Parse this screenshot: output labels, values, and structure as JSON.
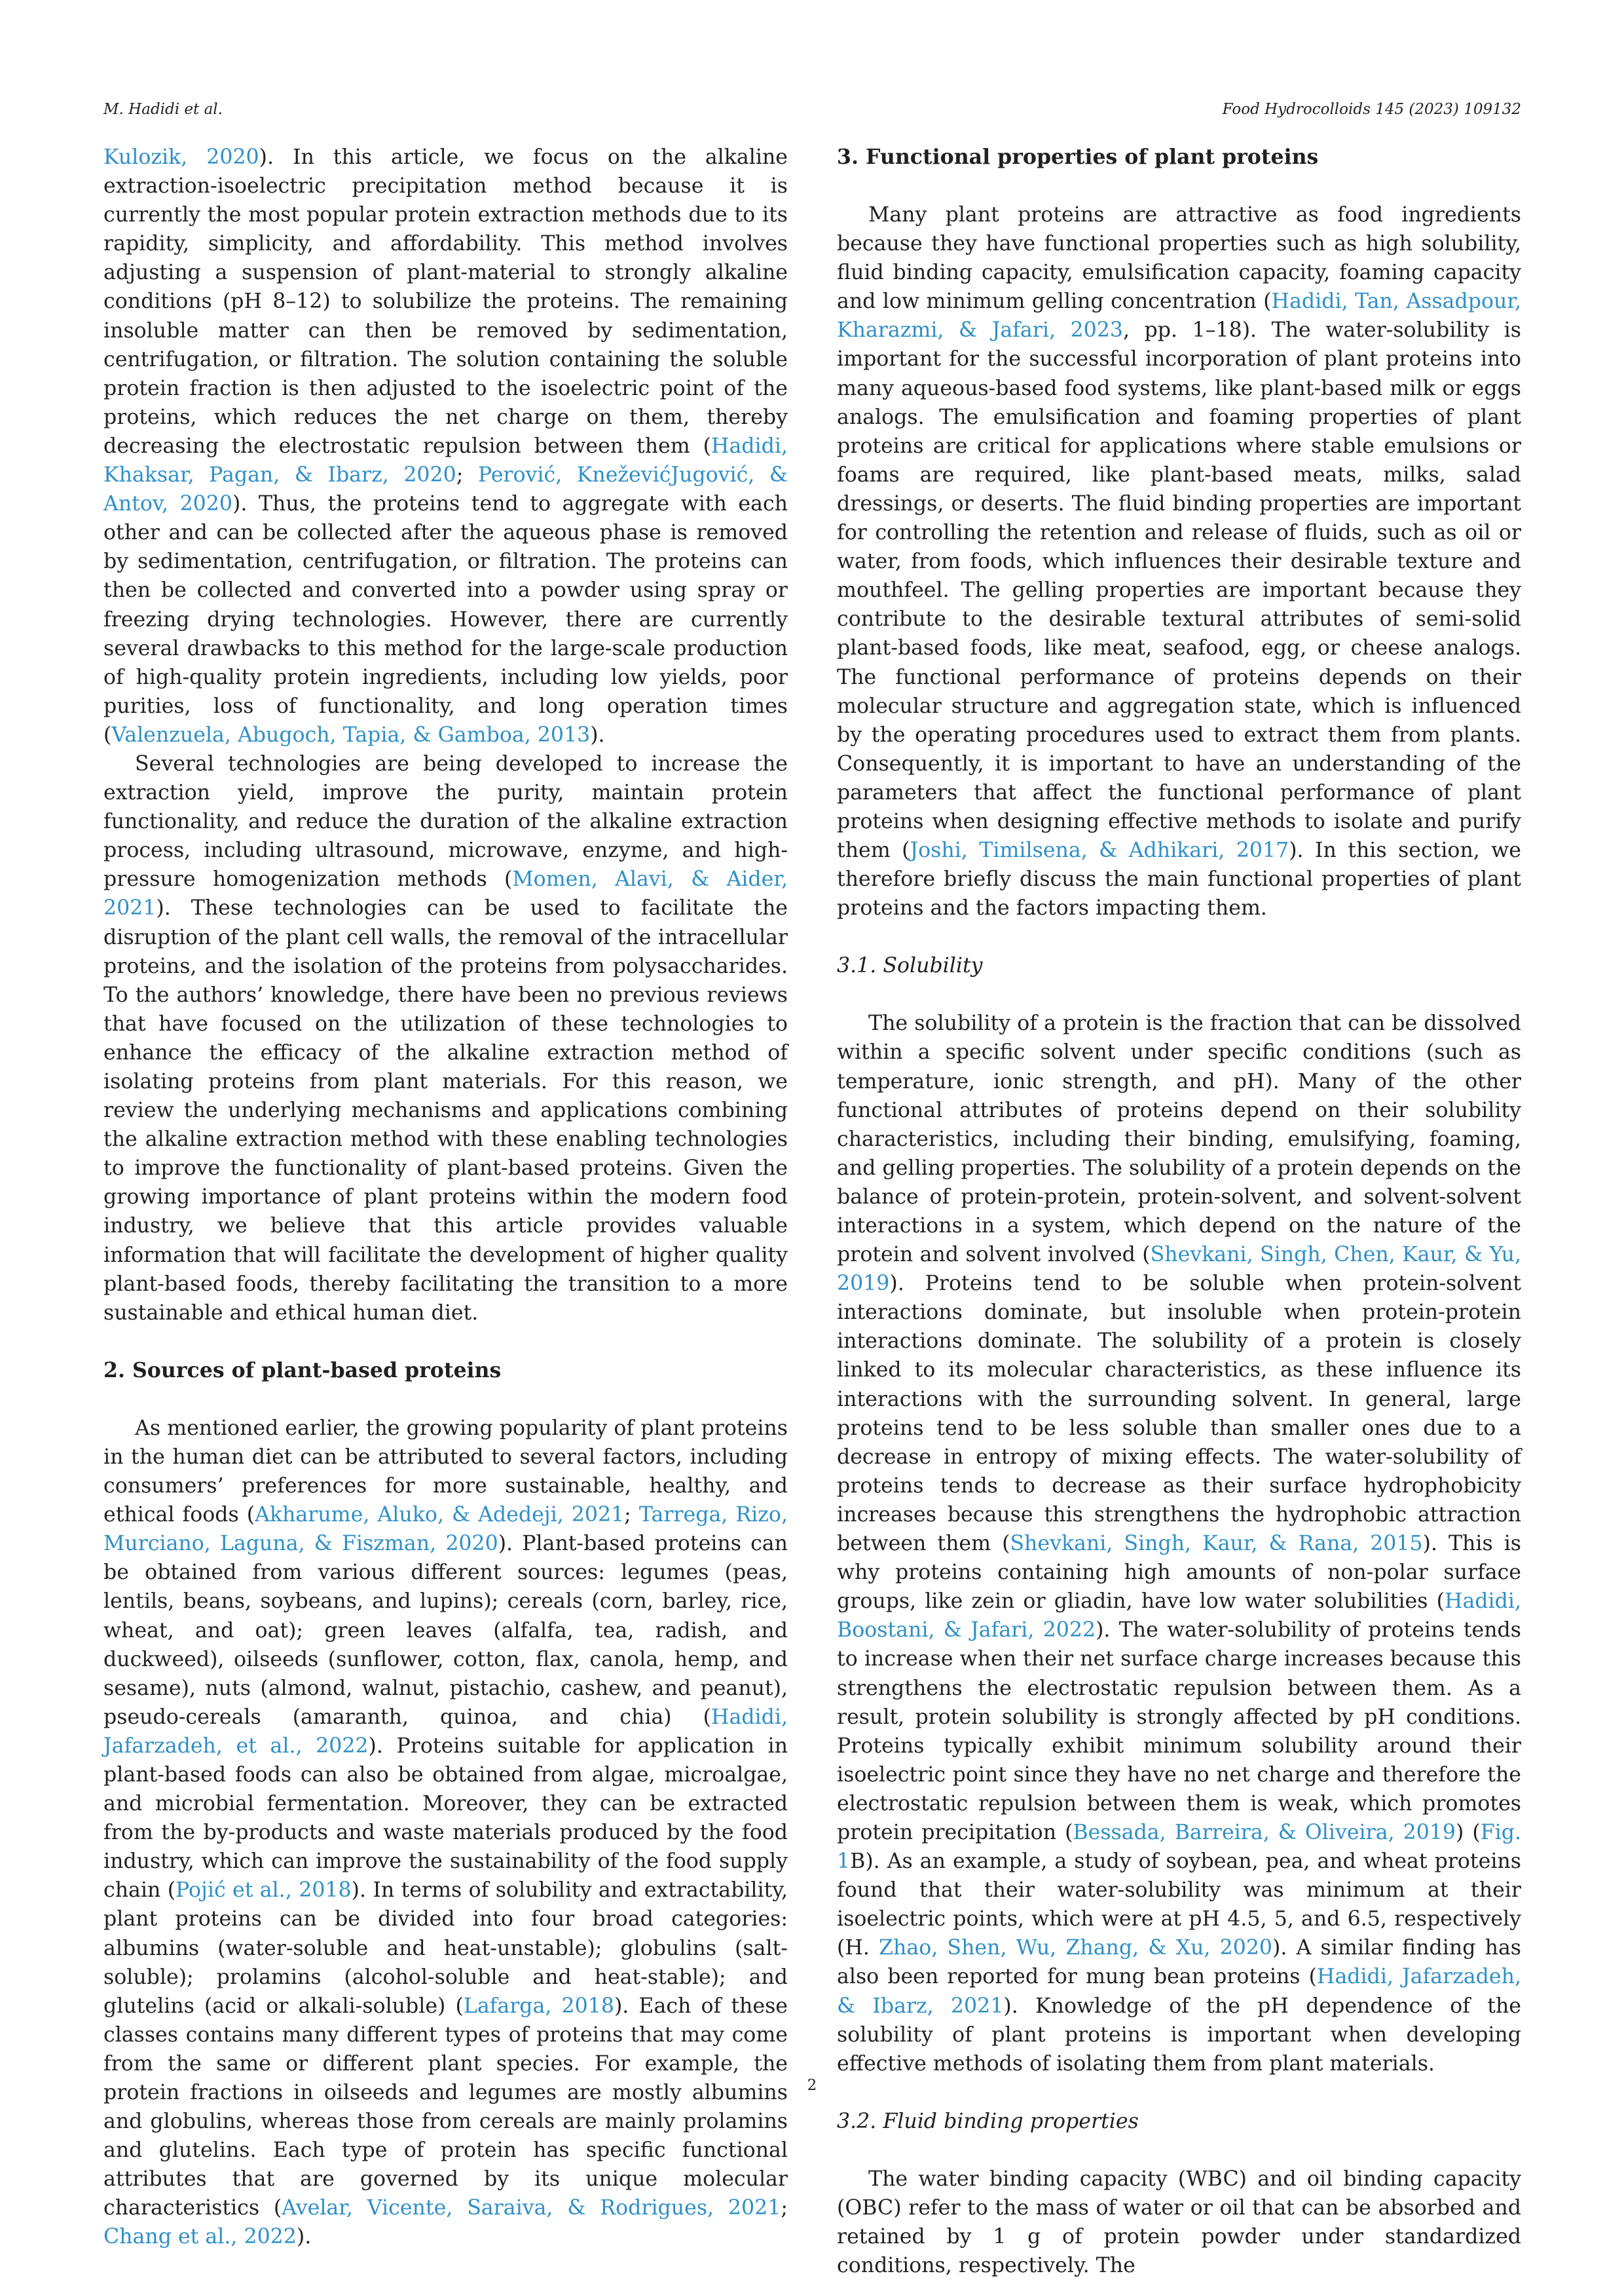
{
  "header": {
    "left": "M. Hadidi et al.",
    "right": "Food Hydrocolloids 145 (2023) 109132"
  },
  "left_column": {
    "p1": [
      {
        "t": "Kulozik, 2020",
        "c": true
      },
      {
        "t": "). In this article, we focus on the alkaline extraction-isoelectric precipitation method because it is currently the most popular protein extraction methods due to its rapidity, simplicity, and affordability. This method involves adjusting a suspension of plant-material to strongly alkaline conditions (pH 8–12) to solubilize the proteins. The remaining insoluble matter can then be removed by sedimentation, centrifugation, or filtration. The solution containing the soluble protein fraction is then adjusted to the isoelectric point of the proteins, which reduces the net charge on them, thereby decreasing the electrostatic repulsion between them ("
      },
      {
        "t": "Hadidi, Khaksar, Pagan, & Ibarz, 2020",
        "c": true
      },
      {
        "t": "; "
      },
      {
        "t": "Perović, KneževićJugović, & Antov, 2020",
        "c": true
      },
      {
        "t": "). Thus, the proteins tend to aggregate with each other and can be collected after the aqueous phase is removed by sedimentation, centrifugation, or filtration. The proteins can then be collected and converted into a powder using spray or freezing drying technologies. However, there are currently several drawbacks to this method for the large-scale production of high-quality protein ingredients, including low yields, poor purities, loss of functionality, and long operation times ("
      },
      {
        "t": "Valenzuela, Abugoch, Tapia, & Gamboa, 2013",
        "c": true
      },
      {
        "t": ")."
      }
    ],
    "p2": [
      {
        "t": "Several technologies are being developed to increase the extraction yield, improve the purity, maintain protein functionality, and reduce the duration of the alkaline extraction process, including ultrasound, microwave, enzyme, and high-pressure homogenization methods ("
      },
      {
        "t": "Momen, Alavi, & Aider, 2021",
        "c": true
      },
      {
        "t": "). These technologies can be used to facilitate the disruption of the plant cell walls, the removal of the intracellular proteins, and the isolation of the proteins from polysaccharides. To the authors’ knowledge, there have been no previous reviews that have focused on the utilization of these technologies to enhance the efficacy of the alkaline extraction method of isolating proteins from plant materials. For this reason, we review the underlying mechanisms and applications combining the alkaline extraction method with these enabling technologies to improve the functionality of plant-based proteins. Given the growing importance of plant proteins within the modern food industry, we believe that this article provides valuable information that will facilitate the development of higher quality plant-based foods, thereby facilitating the transition to a more sustainable and ethical human diet."
      }
    ],
    "section2_heading": "2.  Sources of plant-based proteins",
    "p3": [
      {
        "t": "As mentioned earlier, the growing popularity of plant proteins in the human diet can be attributed to several factors, including consumers’ preferences for more sustainable, healthy, and ethical foods ("
      },
      {
        "t": "Akharume, Aluko, & Adedeji, 2021",
        "c": true
      },
      {
        "t": "; "
      },
      {
        "t": "Tarrega, Rizo, Murciano, Laguna, & Fiszman, 2020",
        "c": true
      },
      {
        "t": "). Plant-based proteins can be obtained from various different sources: legumes (peas, lentils, beans, soybeans, and lupins); cereals (corn, barley, rice, wheat, and oat); green leaves (alfalfa, tea, radish, and duckweed), oilseeds (sunflower, cotton, flax, canola, hemp, and sesame), nuts (almond, walnut, pistachio, cashew, and peanut), pseudo-cereals (amaranth, quinoa, and chia) ("
      },
      {
        "t": "Hadidi, Jafarzadeh, et al., 2022",
        "c": true
      },
      {
        "t": "). Proteins suitable for application in plant-based foods can also be obtained from algae, microalgae, and microbial fermentation. Moreover, they can be extracted from the by-products and waste materials produced by the food industry, which can improve the sustainability of the food supply chain ("
      },
      {
        "t": "Pojić et al., 2018",
        "c": true
      },
      {
        "t": "). In terms of solubility and extractability, plant proteins can be divided into four broad categories: albumins (water-soluble and heat-unstable); globulins (salt-soluble); prolamins (alcohol-soluble and heat-stable); and glutelins (acid or alkali-soluble) ("
      },
      {
        "t": "Lafarga, 2018",
        "c": true
      },
      {
        "t": "). Each of these classes contains many different types of proteins that may come from the same or different plant species. For example, the protein fractions in oilseeds and legumes are mostly albumins and globulins, whereas those from cereals are mainly prolamins and glutelins. Each type of protein has specific functional attributes that are governed by its unique molecular characteristics ("
      },
      {
        "t": "Avelar, Vicente, Saraiva, & Rodrigues, 2021",
        "c": true
      },
      {
        "t": "; "
      },
      {
        "t": "Chang et al., 2022",
        "c": true
      },
      {
        "t": ")."
      }
    ]
  },
  "right_column": {
    "section3_heading": "3.  Functional properties of plant proteins",
    "p4": [
      {
        "t": "Many plant proteins are attractive as food ingredients because they have functional properties such as high solubility, fluid binding capacity, emulsification capacity, foaming capacity and low minimum gelling concentration ("
      },
      {
        "t": "Hadidi, Tan, Assadpour, Kharazmi, & Jafari, 2023",
        "c": true
      },
      {
        "t": ", pp. 1–18). The water-solubility is important for the successful incorporation of plant proteins into many aqueous-based food systems, like plant-based milk or eggs analogs. The emulsification and foaming properties of plant proteins are critical for applications where stable emulsions or foams are required, like plant-based meats, milks, salad dressings, or deserts. The fluid binding properties are important for controlling the retention and release of fluids, such as oil or water, from foods, which influences their desirable texture and mouthfeel. The gelling properties are important because they contribute to the desirable textural attributes of semi-solid plant-based foods, like meat, seafood, egg, or cheese analogs. The functional performance of proteins depends on their molecular structure and aggregation state, which is influenced by the operating procedures used to extract them from plants. Consequently, it is important to have an understanding of the parameters that affect the functional performance of plant proteins when designing effective methods to isolate and purify them ("
      },
      {
        "t": "Joshi, Timilsena, & Adhikari, 2017",
        "c": true
      },
      {
        "t": "). In this section, we therefore briefly discuss the main functional properties of plant proteins and the factors impacting them."
      }
    ],
    "subsection31_heading": "3.1.  Solubility",
    "p5": [
      {
        "t": "The solubility of a protein is the fraction that can be dissolved within a specific solvent under specific conditions (such as temperature, ionic strength, and pH). Many of the other functional attributes of proteins depend on their solubility characteristics, including their binding, emulsifying, foaming, and gelling properties. The solubility of a protein depends on the balance of protein-protein, protein-solvent, and solvent-solvent interactions in a system, which depend on the nature of the protein and solvent involved ("
      },
      {
        "t": "Shevkani, Singh, Chen, Kaur, & Yu, 2019",
        "c": true
      },
      {
        "t": "). Proteins tend to be soluble when protein-solvent interactions dominate, but insoluble when protein-protein interactions dominate. The solubility of a protein is closely linked to its molecular characteristics, as these influence its interactions with the surrounding solvent. In general, large proteins tend to be less soluble than smaller ones due to a decrease in entropy of mixing effects. The water-solubility of proteins tends to decrease as their surface hydrophobicity increases because this strengthens the hydrophobic attraction between them ("
      },
      {
        "t": "Shevkani, Singh, Kaur, & Rana, 2015",
        "c": true
      },
      {
        "t": "). This is why proteins containing high amounts of non-polar surface groups, like zein or gliadin, have low water solubilities ("
      },
      {
        "t": "Hadidi, Boostani, & Jafari, 2022",
        "c": true
      },
      {
        "t": "). The water-solubility of proteins tends to increase when their net surface charge increases because this strengthens the electrostatic repulsion between them. As a result, protein solubility is strongly affected by pH conditions. Proteins typically exhibit minimum solubility around their isoelectric point since they have no net charge and therefore the electrostatic repulsion between them is weak, which promotes protein precipitation ("
      },
      {
        "t": "Bessada, Barreira, & Oliveira, 2019",
        "c": true
      },
      {
        "t": ") ("
      },
      {
        "t": "Fig. 1",
        "c": true
      },
      {
        "t": "B). As an example, a study of soybean, pea, and wheat proteins found that their water-solubility was minimum at their isoelectric points, which were at pH 4.5, 5, and 6.5, respectively (H. "
      },
      {
        "t": "Zhao, Shen, Wu, Zhang, & Xu, 2020",
        "c": true
      },
      {
        "t": "). A similar finding has also been reported for mung bean proteins ("
      },
      {
        "t": "Hadidi, Jafarzadeh, & Ibarz, 2021",
        "c": true
      },
      {
        "t": "). Knowledge of the pH dependence of the solubility of plant proteins is important when developing effective methods of isolating them from plant materials."
      }
    ],
    "subsection32_heading": "3.2.  Fluid binding properties",
    "p6": [
      {
        "t": "The water binding capacity (WBC) and oil binding capacity (OBC) refer to the mass of water or oil that can be absorbed and retained by 1 g of protein powder under standardized conditions, respectively. The"
      }
    ]
  },
  "page_number": "2",
  "colors": {
    "text": "#231f20",
    "citation": "#2e8fc7"
  }
}
